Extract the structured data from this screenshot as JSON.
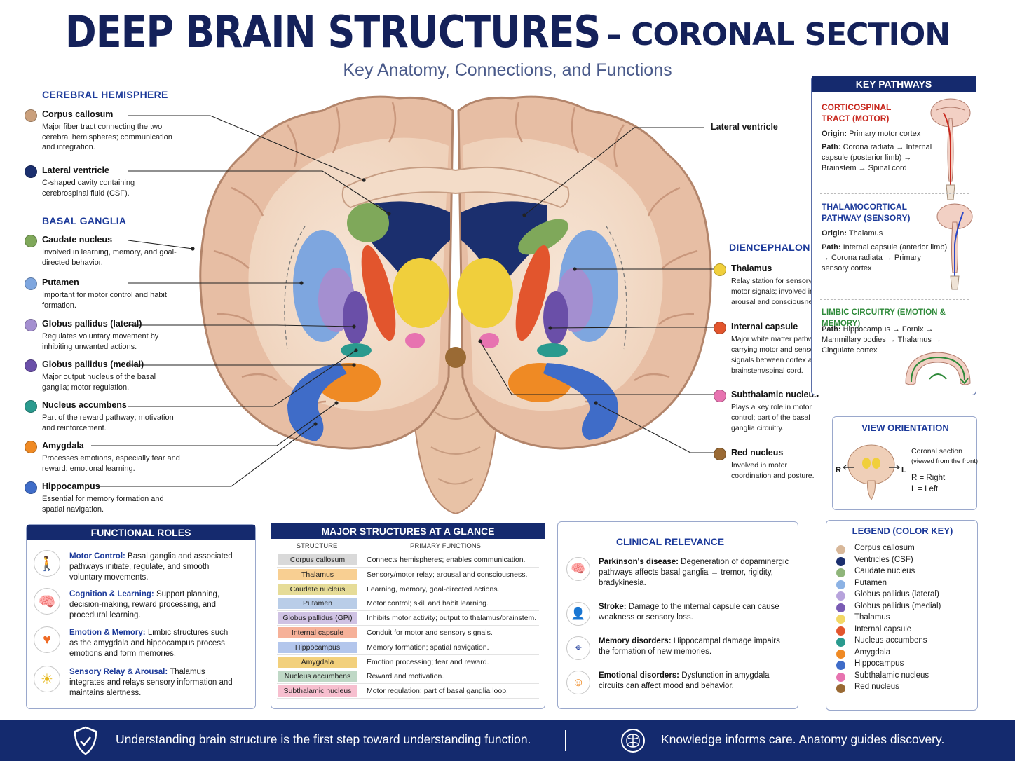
{
  "title": {
    "main": "DEEP BRAIN STRUCTURES",
    "rest": "– CORONAL SECTION",
    "subtitle": "Key Anatomy, Connections, and Functions"
  },
  "colors": {
    "navy": "#152a6e",
    "corpus_callosum": "#caa07c",
    "ventricle": "#1b2f6e",
    "caudate": "#7fa85a",
    "putamen": "#7ea6df",
    "gp_lateral": "#a48fd0",
    "gp_medial": "#6a4fa8",
    "accumbens": "#2a9a8e",
    "amygdala": "#ef8a24",
    "hippocampus": "#3f6cc8",
    "thalamus": "#f0cf3c",
    "internal_capsule": "#e2552d",
    "subthalamic": "#e773b0",
    "red_nucleus": "#9a6a34"
  },
  "left_labels": {
    "cerebral_hemisphere": "CEREBRAL HEMISPHERE",
    "basal_ganglia": "BASAL GANGLIA",
    "items": [
      {
        "name": "Corpus callosum",
        "desc": "Major fiber tract connecting the two cerebral hemispheres; communication and integration."
      },
      {
        "name": "Lateral ventricle",
        "desc": "C-shaped cavity containing cerebrospinal fluid (CSF)."
      },
      {
        "name": "Caudate nucleus",
        "desc": "Involved in learning, memory, and goal-directed behavior."
      },
      {
        "name": "Putamen",
        "desc": "Important for motor control and habit formation."
      },
      {
        "name": "Globus pallidus (lateral)",
        "desc": "Regulates voluntary movement by inhibiting unwanted actions."
      },
      {
        "name": "Globus pallidus (medial)",
        "desc": "Major output nucleus of the basal ganglia; motor regulation."
      },
      {
        "name": "Nucleus accumbens",
        "desc": "Part of the reward pathway; motivation and reinforcement."
      },
      {
        "name": "Amygdala",
        "desc": "Processes emotions, especially fear and reward; emotional learning."
      },
      {
        "name": "Hippocampus",
        "desc": "Essential for memory formation and spatial navigation."
      }
    ]
  },
  "right_labels": {
    "lateral_ventricle": "Lateral ventricle",
    "diencephalon": "DIENCEPHALON",
    "items": [
      {
        "name": "Thalamus",
        "desc": "Relay station for sensory and motor signals; involved in arousal and consciousness."
      },
      {
        "name": "Internal capsule",
        "desc": "Major white matter pathway carrying motor and sensory signals between cortex and brainstem/spinal cord."
      },
      {
        "name": "Subthalamic nucleus",
        "desc": "Plays a key role in motor control; part of the basal ganglia circuitry."
      },
      {
        "name": "Red nucleus",
        "desc": "Involved in motor coordination and posture."
      }
    ]
  },
  "key_pathways": {
    "heading": "KEY PATHWAYS",
    "origin_label": "Origin:",
    "path_label": "Path:",
    "corticospinal": {
      "title": "CORTICOSPINAL TRACT (MOTOR)",
      "origin": "Primary motor cortex",
      "path": "Corona radiata → Internal capsule (posterior limb) → Brainstem → Spinal cord"
    },
    "thalamocortical": {
      "title": "THALAMOCORTICAL PATHWAY (SENSORY)",
      "origin": "Thalamus",
      "path": "Internal capsule (anterior limb) → Corona radiata → Primary sensory cortex"
    },
    "limbic": {
      "title": "LIMBIC CIRCUITRY (EMOTION & MEMORY)",
      "path": "Hippocampus → Fornix → Mammillary bodies → Thalamus → Cingulate cortex"
    }
  },
  "view_orientation": {
    "heading": "VIEW ORIENTATION",
    "note": "Coronal section",
    "note2": "(viewed from the front)",
    "r_letter": "R",
    "l_letter": "L",
    "r": "R = Right",
    "l": "L = Left"
  },
  "functional_roles": {
    "heading": "FUNCTIONAL ROLES",
    "items": [
      {
        "label": "Motor Control:",
        "text": "Basal ganglia and associated pathways initiate, regulate, and smooth voluntary movements."
      },
      {
        "label": "Cognition & Learning:",
        "text": "Support planning, decision-making, reward processing, and procedural learning."
      },
      {
        "label": "Emotion & Memory:",
        "text": "Limbic structures such as the amygdala and hippocampus process emotions and form memories."
      },
      {
        "label": "Sensory Relay & Arousal:",
        "text": "Thalamus integrates and relays sensory information and maintains alertness."
      }
    ]
  },
  "major_structures": {
    "heading": "MAJOR STRUCTURES AT A GLANCE",
    "col1": "STRUCTURE",
    "col2": "PRIMARY FUNCTIONS",
    "rows": [
      {
        "structure": "Corpus callosum",
        "function": "Connects hemispheres; enables communication.",
        "color": "#d9d9d9"
      },
      {
        "structure": "Thalamus",
        "function": "Sensory/motor relay; arousal and consciousness.",
        "color": "#f8cf92"
      },
      {
        "structure": "Caudate nucleus",
        "function": "Learning, memory, goal-directed actions.",
        "color": "#e6dc98"
      },
      {
        "structure": "Putamen",
        "function": "Motor control; skill and habit learning.",
        "color": "#b9cde8"
      },
      {
        "structure": "Globus pallidus (GPi)",
        "function": "Inhibits motor activity; output to thalamus/brainstem.",
        "color": "#cfc2e3"
      },
      {
        "structure": "Internal capsule",
        "function": "Conduit for motor and sensory signals.",
        "color": "#f6b199"
      },
      {
        "structure": "Hippocampus",
        "function": "Memory formation; spatial navigation.",
        "color": "#b3c6ec"
      },
      {
        "structure": "Amygdala",
        "function": "Emotion processing; fear and reward.",
        "color": "#f2d07c"
      },
      {
        "structure": "Nucleus accumbens",
        "function": "Reward and motivation.",
        "color": "#bfd8c6"
      },
      {
        "structure": "Subthalamic nucleus",
        "function": "Motor regulation; part of basal ganglia loop.",
        "color": "#f7bfcf"
      }
    ]
  },
  "clinical_relevance": {
    "heading": "CLINICAL RELEVANCE",
    "items": [
      {
        "label": "Parkinson's disease:",
        "text": "Degeneration of dopaminergic pathways affects basal ganglia → tremor, rigidity, bradykinesia."
      },
      {
        "label": "Stroke:",
        "text": "Damage to the internal capsule can cause weakness or sensory loss."
      },
      {
        "label": "Memory disorders:",
        "text": "Hippocampal damage impairs the formation of new memories."
      },
      {
        "label": "Emotional disorders:",
        "text": "Dysfunction in amygdala circuits can affect mood and behavior."
      }
    ]
  },
  "legend": {
    "heading": "LEGEND (COLOR KEY)",
    "items": [
      {
        "label": "Corpus callosum",
        "color": "#d8b89a"
      },
      {
        "label": "Ventricles (CSF)",
        "color": "#1b2f6e"
      },
      {
        "label": "Caudate nucleus",
        "color": "#8fb57a"
      },
      {
        "label": "Putamen",
        "color": "#8cb2e4"
      },
      {
        "label": "Globus pallidus (lateral)",
        "color": "#b7a3dc"
      },
      {
        "label": "Globus pallidus (medial)",
        "color": "#7a5cb4"
      },
      {
        "label": "Thalamus",
        "color": "#f2d765"
      },
      {
        "label": "Internal capsule",
        "color": "#e2552d"
      },
      {
        "label": "Nucleus accumbens",
        "color": "#2a9a8e"
      },
      {
        "label": "Amygdala",
        "color": "#ef8a24"
      },
      {
        "label": "Hippocampus",
        "color": "#3f6cc8"
      },
      {
        "label": "Subthalamic nucleus",
        "color": "#e773b0"
      },
      {
        "label": "Red nucleus",
        "color": "#9a6a34"
      }
    ]
  },
  "footer": {
    "left": "Understanding brain structure is the first step toward understanding function.",
    "right": "Knowledge informs care.  Anatomy guides discovery."
  }
}
